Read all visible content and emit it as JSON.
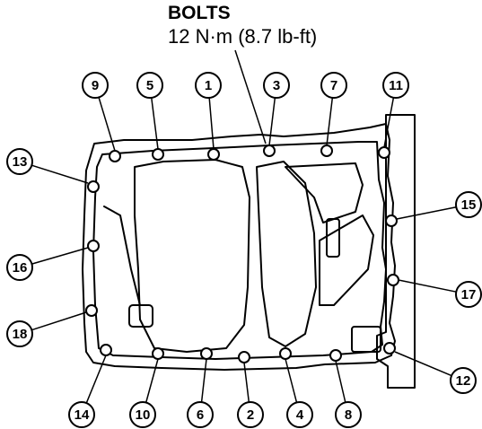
{
  "header": {
    "title": "BOLTS",
    "spec": "12 N·m (8.7 lb-ft)"
  },
  "bolt_labels": [
    "1",
    "2",
    "3",
    "4",
    "5",
    "6",
    "7",
    "8",
    "9",
    "10",
    "11",
    "12",
    "13",
    "14",
    "15",
    "16",
    "17",
    "18"
  ],
  "colors": {
    "line": "#000000",
    "background": "#ffffff"
  }
}
